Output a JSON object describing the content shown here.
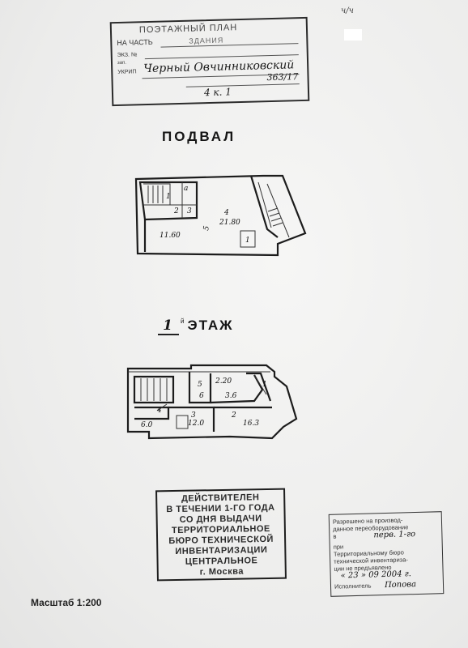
{
  "header": {
    "corner_mark": "ч/ч",
    "stamp": {
      "title": "ПОЭТАЖНЫЙ ПЛАН",
      "part_label": "НА ЧАСТЬ",
      "part_value": "ЗДАНИЯ",
      "ext_label": "ЭКЗ. №",
      "mark_label": "зап.",
      "courier_label": "УКРИП",
      "signature": "Черный Овчинниковский",
      "number_value": "363/17",
      "code_value": "4 к. 1"
    }
  },
  "plans": {
    "basement": {
      "title": "ПОДВАЛ",
      "rooms": [
        "а",
        "1",
        "2",
        "3",
        "4",
        "11.60",
        "21.80",
        "5",
        "1"
      ]
    },
    "floor1": {
      "number": "1",
      "number_suffix": "й",
      "title": "ЭТАЖ",
      "rooms": [
        "2.20",
        "5",
        "6",
        "1",
        "3.6",
        "4",
        "6.0",
        "12.0",
        "3",
        "16.3",
        "2"
      ]
    }
  },
  "stamp_validity": {
    "lines": [
      "ДЕЙСТВИТЕЛЕН",
      "В ТЕЧЕНИИ 1-ГО ГОДА",
      "СО ДНЯ ВЫДАЧИ",
      "ТЕРРИТОРИАЛЬНОЕ",
      "БЮРО ТЕХНИЧЕСКОЙ",
      "ИНВЕНТАРИЗАЦИИ",
      "ЦЕНТРАЛЬНОЕ",
      "г. Москва"
    ]
  },
  "stamp_permission": {
    "line1": "Разрешено на производ-",
    "line2": "данное переоборудование",
    "line3": "в",
    "handwritten_loc": "перв. 1-го",
    "line4": "при",
    "line5": "Территориальному бюро",
    "line6": "технической инвентариза-",
    "line7": "ции не предъявлено",
    "handwritten_date": "« 23 » 09 2004 г.",
    "executor_label": "Исполнитель",
    "handwritten_sign": "Попова"
  },
  "scale": "Масштаб 1:200"
}
